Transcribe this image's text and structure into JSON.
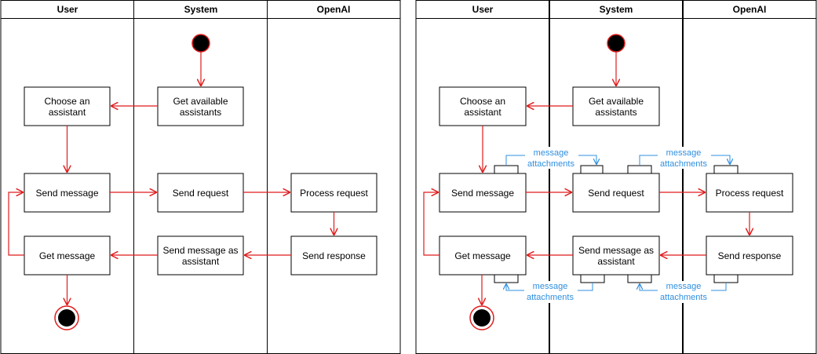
{
  "colors": {
    "flow": "#e01b1b",
    "annotation": "#2f8fe0",
    "border": "#000000",
    "background": "#ffffff"
  },
  "left_diagram": {
    "lanes": [
      "User",
      "System",
      "OpenAI"
    ],
    "nodes": {
      "choose": [
        "Choose an",
        "assistant"
      ],
      "get_available": [
        "Get available",
        "assistants"
      ],
      "send_message": [
        "Send message"
      ],
      "send_request": [
        "Send request"
      ],
      "process_request": [
        "Process request"
      ],
      "get_message": [
        "Get message"
      ],
      "send_message_as_assistant": [
        "Send message as",
        "assistant"
      ],
      "send_response": [
        "Send response"
      ]
    }
  },
  "right_diagram": {
    "lanes": [
      "User",
      "System",
      "OpenAI"
    ],
    "nodes": {
      "choose": [
        "Choose an",
        "assistant"
      ],
      "get_available": [
        "Get available",
        "assistants"
      ],
      "send_message": [
        "Send message"
      ],
      "send_request": [
        "Send request"
      ],
      "process_request": [
        "Process request"
      ],
      "get_message": [
        "Get message"
      ],
      "send_message_as_assistant": [
        "Send message as",
        "assistant"
      ],
      "send_response": [
        "Send response"
      ]
    },
    "annotations": {
      "upper_left": [
        "message",
        "attachments"
      ],
      "upper_right": [
        "message",
        "attachments"
      ],
      "lower_left": [
        "message",
        "attachments"
      ],
      "lower_right": [
        "message",
        "attachments"
      ]
    }
  }
}
